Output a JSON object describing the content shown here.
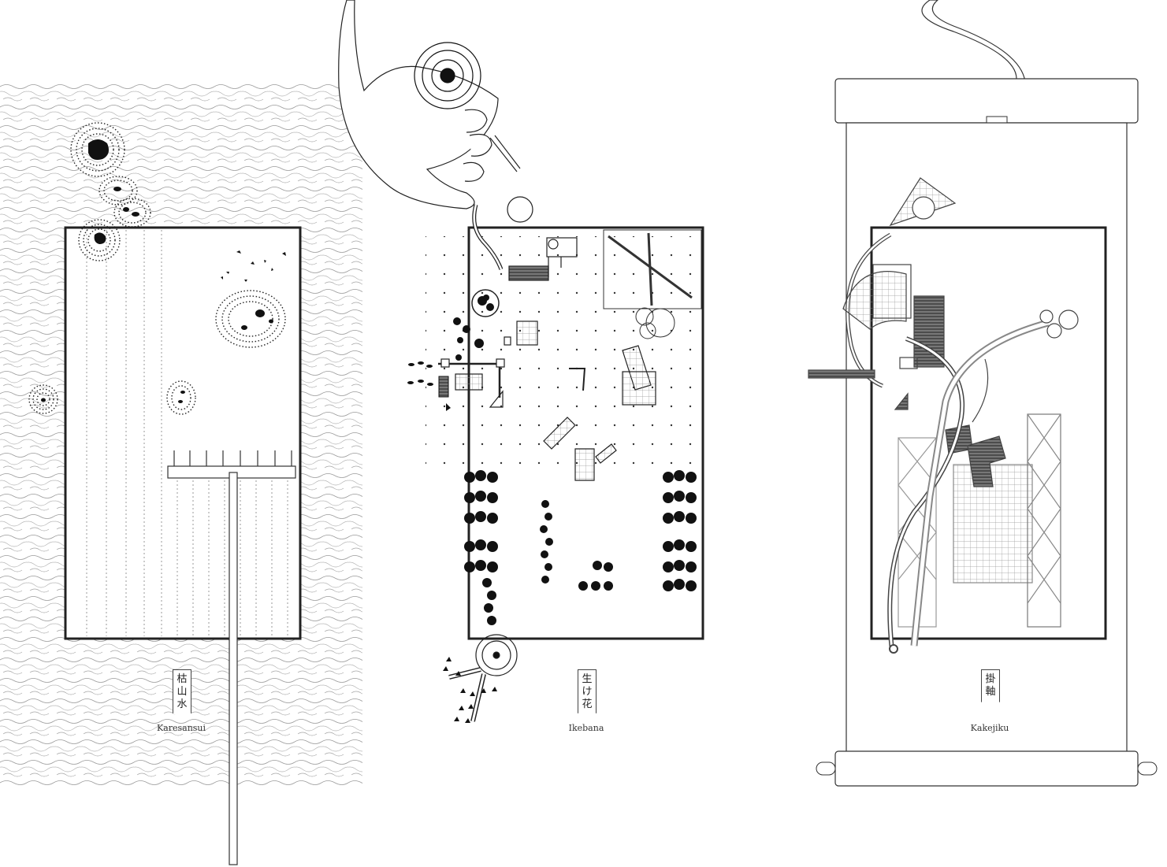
{
  "panels": [
    {
      "id": "karesansui",
      "kanji": [
        "枯",
        "山",
        "水"
      ],
      "caption": "Karesansui"
    },
    {
      "id": "ikebana",
      "kanji": [
        "生",
        "け",
        "花"
      ],
      "caption": "Ikebana"
    },
    {
      "id": "kakejiku",
      "kanji": [
        "掛",
        "軸"
      ],
      "caption": "Kakejiku"
    }
  ],
  "colors": {
    "ink": "#111111",
    "line": "#333333",
    "grey": "#888888",
    "paper": "#ffffff"
  }
}
